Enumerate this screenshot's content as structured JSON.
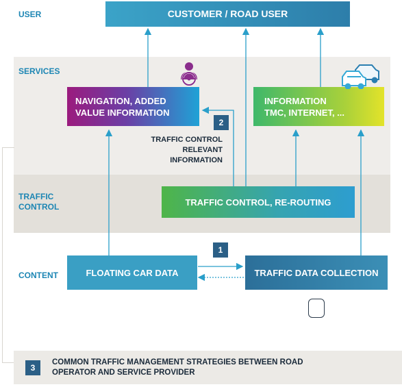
{
  "labels": {
    "user": "USER",
    "services": "SERVICES",
    "traffic_control_1": "TRAFFIC",
    "traffic_control_2": "CONTROL",
    "content": "CONTENT"
  },
  "boxes": {
    "customer": "CUSTOMER / ROAD USER",
    "navigation_1": "NAVIGATION, ADDED",
    "navigation_2": "VALUE INFORMATION",
    "information_1": "INFORMATION",
    "information_2": "TMC, INTERNET, ...",
    "traffic_control": "TRAFFIC CONTROL, RE-ROUTING",
    "floating_car_data": "FLOATING CAR DATA",
    "traffic_data_collection": "TRAFFIC DATA COLLECTION"
  },
  "markers": {
    "one": "1",
    "two": "2",
    "three": "3"
  },
  "note_2": {
    "line1": "TRAFFIC CONTROL",
    "line2": "RELEVANT",
    "line3": "INFORMATION"
  },
  "footer": {
    "line1": "COMMON TRAFFIC MANAGEMENT STRATEGIES BETWEEN ROAD",
    "line2": "OPERATOR AND SERVICE PROVIDER"
  },
  "colors": {
    "label_blue": "#1d86b4",
    "teal_box": "#3a9fc4",
    "dark_blue_box": "#2c6f99",
    "green_box": "#5cb85c",
    "grey_band": "#eceae6",
    "marker": "#2b5f86"
  },
  "icons": [
    "driver-icon",
    "cars-icon",
    "flag-icon"
  ]
}
